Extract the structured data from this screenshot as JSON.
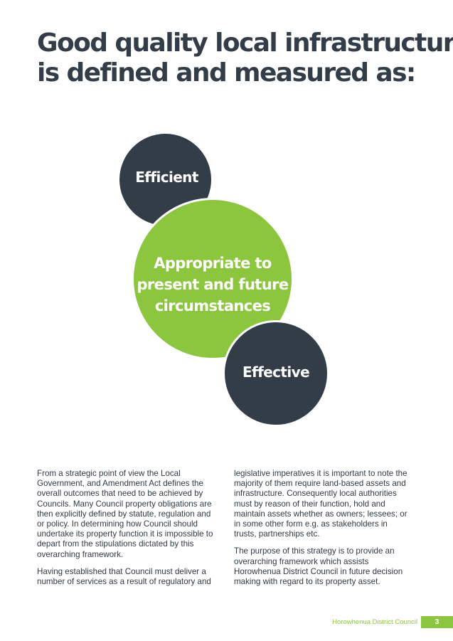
{
  "header": {
    "title_line1": "Good quality local infrastructure",
    "title_line2": "is defined and measured as:"
  },
  "diagram": {
    "circle_top": "Efficient",
    "circle_middle": "Appropriate to\npresent and future\ncircumstances",
    "circle_bottom": "Effective"
  },
  "body": {
    "left_p1": "From a strategic point of view the Local Government, and Amendment Act defines the overall outcomes that need to be achieved by Councils. Many Council property obligations are then explicitly defined by statute, regulation and or policy. In determining how Council should undertake its property function it is impossible to depart from the stipulations dictated by this overarching framework.",
    "left_p2": "Having established that Council must deliver a number of services as a result of regulatory and",
    "right_p1": "legislative imperatives it is important to note the majority of them require land-based assets and infrastructure. Consequently local authorities must by reason of their function, hold and maintain assets whether as owners; lessees; or in some other form e.g. as stakeholders in trusts, partnerships etc.",
    "right_p2": "The purpose of this strategy is to provide an overarching framework which assists Horowhenua District Council in future decision making with regard to its property asset."
  },
  "footer": {
    "organisation": "Horowhenua District Council",
    "page_number": "3"
  },
  "colors": {
    "dark": "#323d47",
    "green": "#8cc63f"
  }
}
